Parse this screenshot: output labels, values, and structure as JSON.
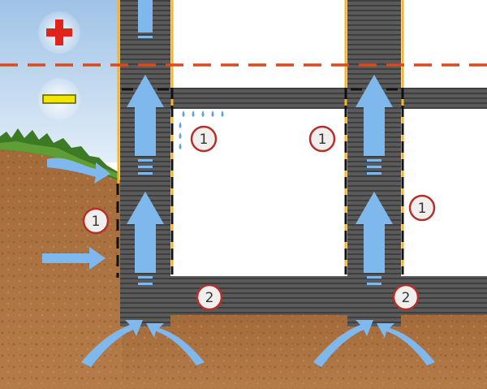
{
  "legend": {
    "plus_symbol": "+",
    "minus_symbol": "−",
    "plus_color": "#e0241b",
    "minus_color": "#f2e600"
  },
  "markers": [
    {
      "label": "1"
    },
    {
      "label": "1"
    },
    {
      "label": "1"
    },
    {
      "label": "1"
    },
    {
      "label": "2"
    },
    {
      "label": "2"
    }
  ],
  "colors": {
    "sky_top": "#a9c9ea",
    "soil": "#a86f3f",
    "wall": "#585858",
    "flow_arrow": "#7fb8ec",
    "waterproofing": "#f5b42a",
    "water_table_line": "#d94a1c",
    "marker_ring": "#b5302a",
    "marker_fill": "#f1efee"
  }
}
